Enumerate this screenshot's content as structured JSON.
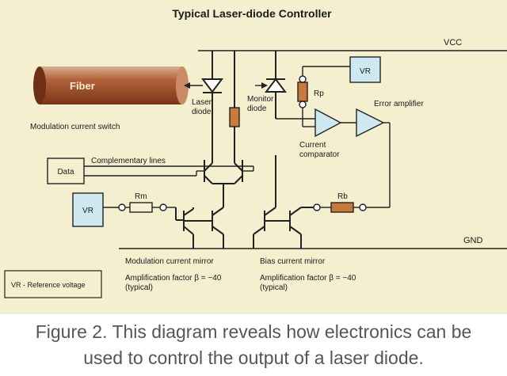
{
  "diagram": {
    "title": "Typical Laser-diode Controller",
    "rails": {
      "top": "VCC",
      "bottom": "GND"
    },
    "components": {
      "fiber": "Fiber",
      "laser_diode": [
        "Laser",
        "diode"
      ],
      "monitor_diode": [
        "Monitor",
        "diode"
      ],
      "vr_top": "VR",
      "r_top": "Rp",
      "error_amplifier": "Error amplifier",
      "current_comparator": [
        "Current",
        "comparator"
      ],
      "modulation_switch": "Modulation current switch",
      "data_box": "Data",
      "complementary_lines": "Complementary lines",
      "vr_left": "VR",
      "r_m": "Rm",
      "r_b": "Rb"
    },
    "mirrors": {
      "modulation": {
        "title": "Modulation current mirror",
        "gain": "Amplification factor  β = ~40",
        "note": "(typical)"
      },
      "bias": {
        "title": "Bias current mirror",
        "gain": "Amplification factor  β = ~40",
        "note": "(typical)"
      }
    },
    "legend": "VR - Reference voltage"
  },
  "caption": {
    "line1": "Figure 2. This diagram reveals how electronics can be",
    "line2": "used to control the output of a laser diode."
  },
  "colors": {
    "panel": "#f4efcf",
    "box_fill": "#cfe9f3",
    "resistor": "#c97a3b",
    "fiber": "#b2623a",
    "caption_text": "#555555"
  }
}
